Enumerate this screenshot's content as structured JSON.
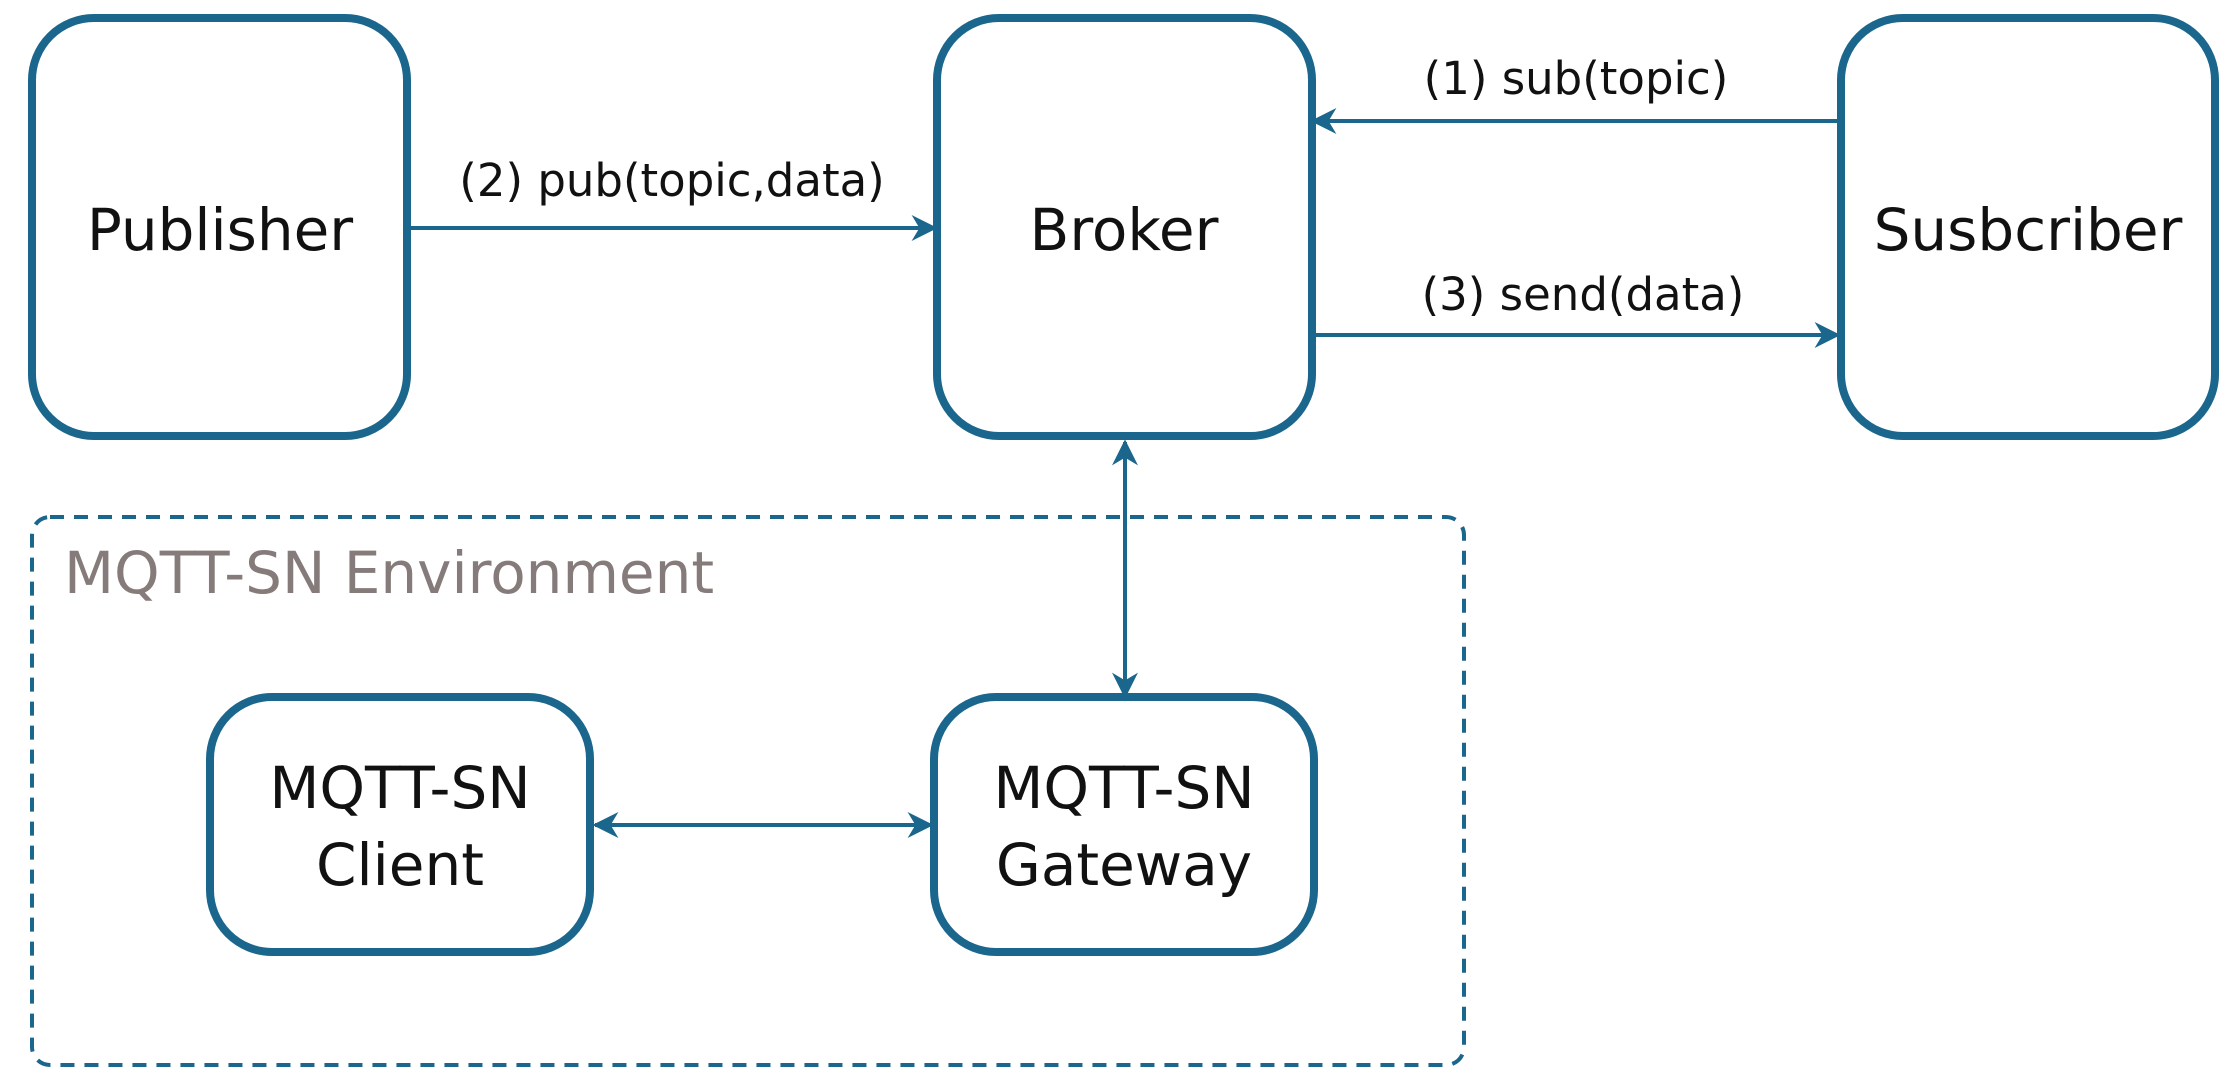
{
  "environment": {
    "label": "MQTT-SN Environment"
  },
  "nodes": {
    "publisher": {
      "label": "Publisher"
    },
    "broker": {
      "label": "Broker"
    },
    "subscriber": {
      "label": "Susbcriber"
    },
    "client": {
      "line1": "MQTT-SN",
      "line2": "Client"
    },
    "gateway": {
      "line1": "MQTT-SN",
      "line2": "Gateway"
    }
  },
  "edges": {
    "sub": {
      "label": "(1) sub(topic)"
    },
    "pub": {
      "label": "(2) pub(topic,data)"
    },
    "send": {
      "label": "(3) send(data)"
    }
  },
  "colors": {
    "accent": "#1b668c",
    "environment_text": "#857b7a"
  }
}
